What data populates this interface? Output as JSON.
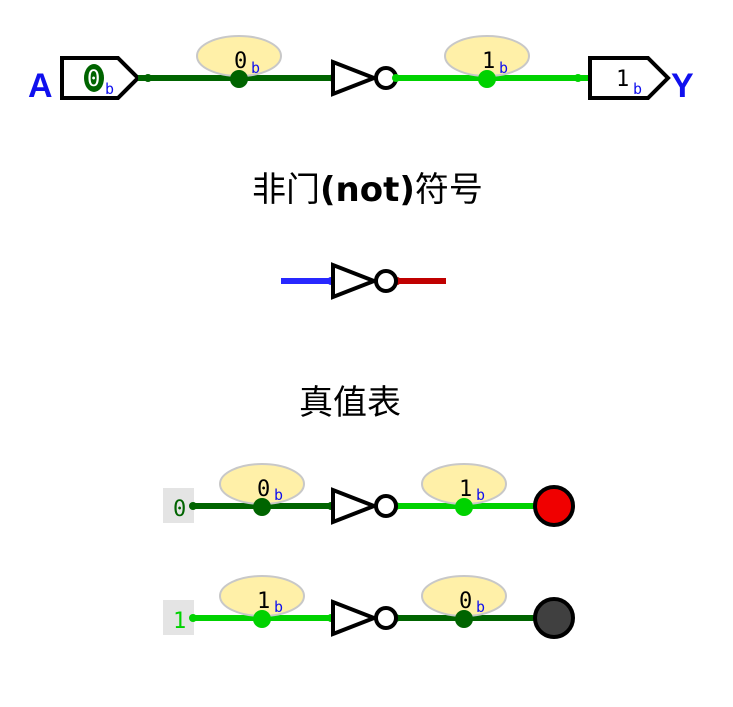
{
  "colors": {
    "wire_low": "#006400",
    "wire_high": "#00d200",
    "gate_stroke": "#000000",
    "pin_label": "#1010ee",
    "symbol_input": "#2828ff",
    "symbol_output": "#c00000",
    "probe_fill": "#ffee9e",
    "led_on": "#f00000",
    "led_off": "#404040",
    "const_bg": "#e4e4e4"
  },
  "main_circuit": {
    "input_pin": {
      "name": "A",
      "value": "0",
      "radix": "b"
    },
    "input_probe": {
      "value": "0",
      "radix": "b"
    },
    "output_probe": {
      "value": "1",
      "radix": "b"
    },
    "output_pin": {
      "name": "Y",
      "value": "1",
      "radix": "b"
    }
  },
  "symbol_section": {
    "title_prefix": "非门",
    "title_paren": "(not)",
    "title_suffix": "符号"
  },
  "truth_table": {
    "title": "真值表",
    "rows": [
      {
        "input": "0",
        "input_probe": "0",
        "output_probe": "1",
        "radix": "b",
        "led": "on"
      },
      {
        "input": "1",
        "input_probe": "1",
        "output_probe": "0",
        "radix": "b",
        "led": "off"
      }
    ]
  }
}
